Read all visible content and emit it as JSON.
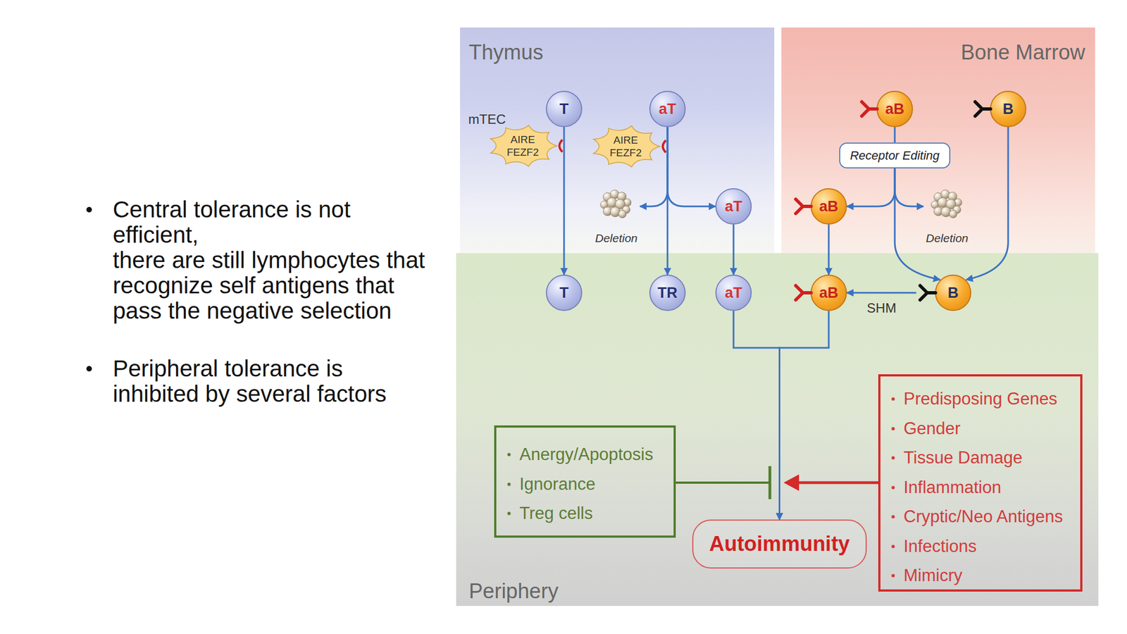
{
  "diagram": {
    "nodes": [
      {
        "text": [
          "Thymus"
        ]
      },
      {
        "text": [
          "Bone Marrow"
        ]
      },
      {
        "text": [
          "Periphery"
        ]
      },
      {
        "text": [
          "T"
        ],
        "in": 0
      },
      {
        "text": [
          "AIRE FEZF2"
        ],
        "in": 0
      },
      {
        "text": [
          "aT"
        ],
        "in": 0
      },
      {
        "text": [
          "AIRE FEZF2"
        ],
        "in": 0
      },
      {
        "text": [
          "Deletion"
        ],
        "in": 0
      },
      {
        "text": [
          "aT"
        ],
        "in": 0
      },
      {
        "text": [
          "aB"
        ],
        "in": 1
      },
      {
        "text": [
          "B"
        ],
        "in": 1
      },
      {
        "text": [
          "Receptor Editing"
        ],
        "in": 1
      },
      {
        "text": [
          "aB"
        ],
        "in": 1
      },
      {
        "text": [
          "Deletion"
        ],
        "in": 1
      },
      {
        "text": [
          "T"
        ],
        "in": 2
      },
      {
        "text": [
          "TR"
        ],
        "in": 2
      },
      {
        "text": [
          "aT"
        ],
        "in": 2
      },
      {
        "text": [
          "aB"
        ],
        "in": 2
      },
      {
        "text": [
          "B"
        ],
        "in": 2
      },
      {
        "text": [
          "Anergy/Apoptosis",
          "Ignorance",
          "Treg cells"
        ],
        "in": 2
      },
      {
        "text": [
          "Autoimmunity"
        ],
        "in": 2
      },
      {
        "text": [
          "Predisposing Genes",
          "Gender",
          "Tissue Damage",
          "Inflammation",
          "Cryptic/Neo Antigens",
          "Infections",
          "Mimicry"
        ],
        "in": 2
      }
    ],
    "edges": [
      {
        "from": 3,
        "to": 14,
        "arrow": "to"
      },
      {
        "from": 5,
        "to": 7,
        "arrow": "to"
      },
      {
        "from": 5,
        "to": 8,
        "arrow": "to"
      },
      {
        "from": 5,
        "to": 15,
        "arrow": "to"
      },
      {
        "from": 8,
        "to": 16,
        "arrow": "to"
      },
      {
        "from": 9,
        "to": 11,
        "arrow": "none"
      },
      {
        "from": 11,
        "to": 12,
        "arrow": "to"
      },
      {
        "from": 11,
        "to": 13,
        "arrow": "to"
      },
      {
        "from": 11,
        "to": 18,
        "arrow": "to"
      },
      {
        "from": 10,
        "to": 18,
        "arrow": "to"
      },
      {
        "from": 12,
        "to": 17,
        "arrow": "to"
      },
      {
        "from": 18,
        "to": 17,
        "label": "SHM",
        "arrow": "to"
      },
      {
        "from": 16,
        "to": 20,
        "arrow": "to"
      },
      {
        "from": 17,
        "to": 20,
        "arrow": "to"
      }
    ],
    "labels": [
      "mTEC",
      "Central tolerance is not efficient,",
      "there are still lymphocytes that recognize self antigens that pass the negative selection",
      "Peripheral tolerance is inhibited by several factors"
    ]
  }
}
